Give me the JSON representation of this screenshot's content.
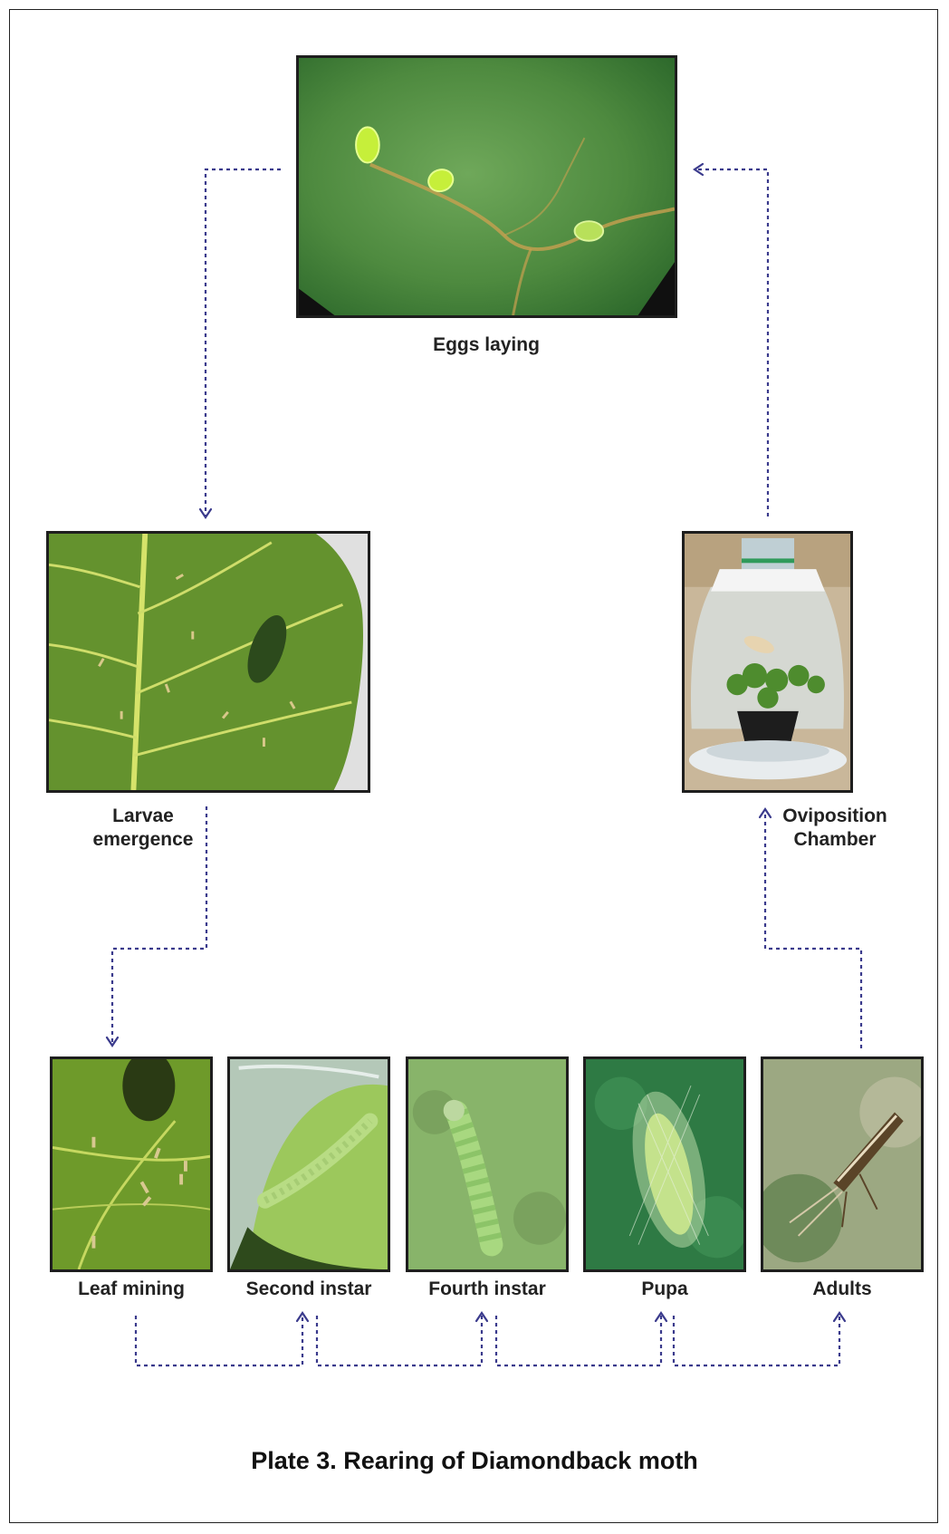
{
  "stages": {
    "eggs": {
      "label": "Eggs laying"
    },
    "larvae": {
      "label_line1": "Larvae",
      "label_line2": "emergence"
    },
    "oviposition": {
      "label_line1": "Oviposition",
      "label_line2": "Chamber"
    },
    "leaf_mining": {
      "label": "Leaf mining"
    },
    "second_instar": {
      "label": "Second instar"
    },
    "fourth_instar": {
      "label": "Fourth instar"
    },
    "pupa": {
      "label": "Pupa"
    },
    "adults": {
      "label": "Adults"
    }
  },
  "caption": "Plate 3.  Rearing of Diamondback moth",
  "colors": {
    "arrow": "#3a3a8c",
    "leaf_green": "#5f9a3a",
    "frame": "#1e1e1e"
  }
}
